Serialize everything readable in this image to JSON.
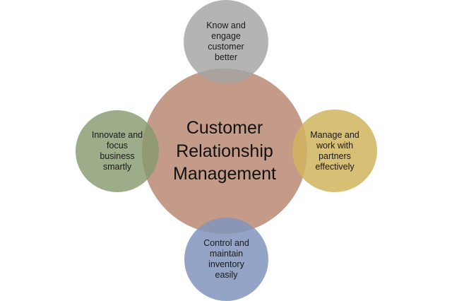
{
  "diagram": {
    "center": {
      "line1": "Customer",
      "line2": "Relationship",
      "line3": "Management",
      "color": "#c39b88"
    },
    "top": {
      "line1": "Know and",
      "line2": "engage",
      "line3": "customer",
      "line4": "better",
      "color": "#a4a4a4"
    },
    "left": {
      "line1": "Innovate and",
      "line2": "focus",
      "line3": "business",
      "line4": "smartly",
      "color": "#879a6f"
    },
    "right": {
      "line1": "Manage and",
      "line2": "work with",
      "line3": "partners",
      "line4": "effectively",
      "color": "#d1b45e"
    },
    "bottom": {
      "line1": "Control and",
      "line2": "maintain",
      "line3": "inventory",
      "line4": "easily",
      "color": "#8194bc"
    }
  }
}
